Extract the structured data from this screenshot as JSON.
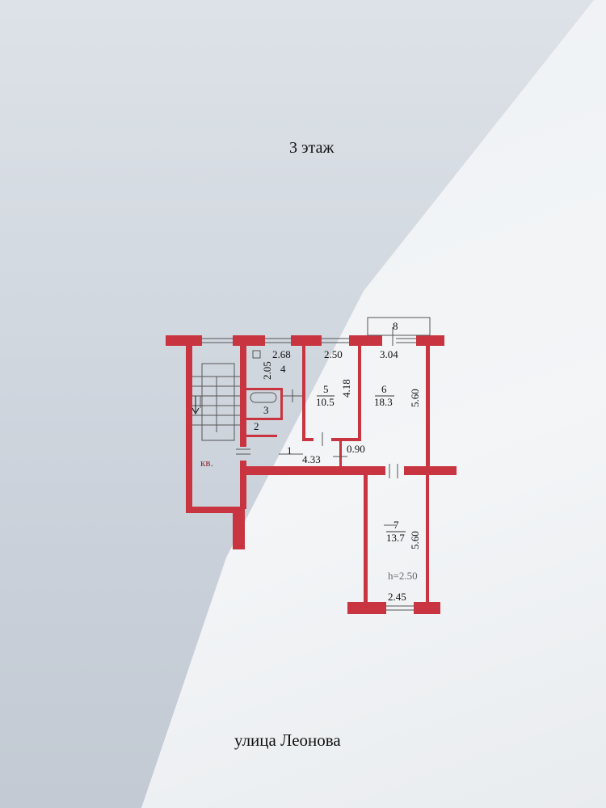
{
  "floor_label": "3  этаж",
  "street_label": "улица Леонова",
  "wall_color": "#c8343f",
  "plan": {
    "stair_label": "кв.",
    "ceiling_height": "h=2.50",
    "rooms": [
      {
        "num": "1",
        "dims": [
          "4.33"
        ]
      },
      {
        "num": "2"
      },
      {
        "num": "3"
      },
      {
        "num": "4",
        "dims": [
          "2.68",
          "2.05"
        ]
      },
      {
        "num": "5",
        "area": "10.5",
        "dims": [
          "2.50",
          "4.18"
        ]
      },
      {
        "num": "6",
        "area": "18.3",
        "dims": [
          "3.04",
          "5.60"
        ]
      },
      {
        "num": "7",
        "area": "13.7",
        "dims": [
          "5.60",
          "2.45"
        ]
      },
      {
        "num": "8"
      }
    ],
    "door_width": "0.90"
  }
}
